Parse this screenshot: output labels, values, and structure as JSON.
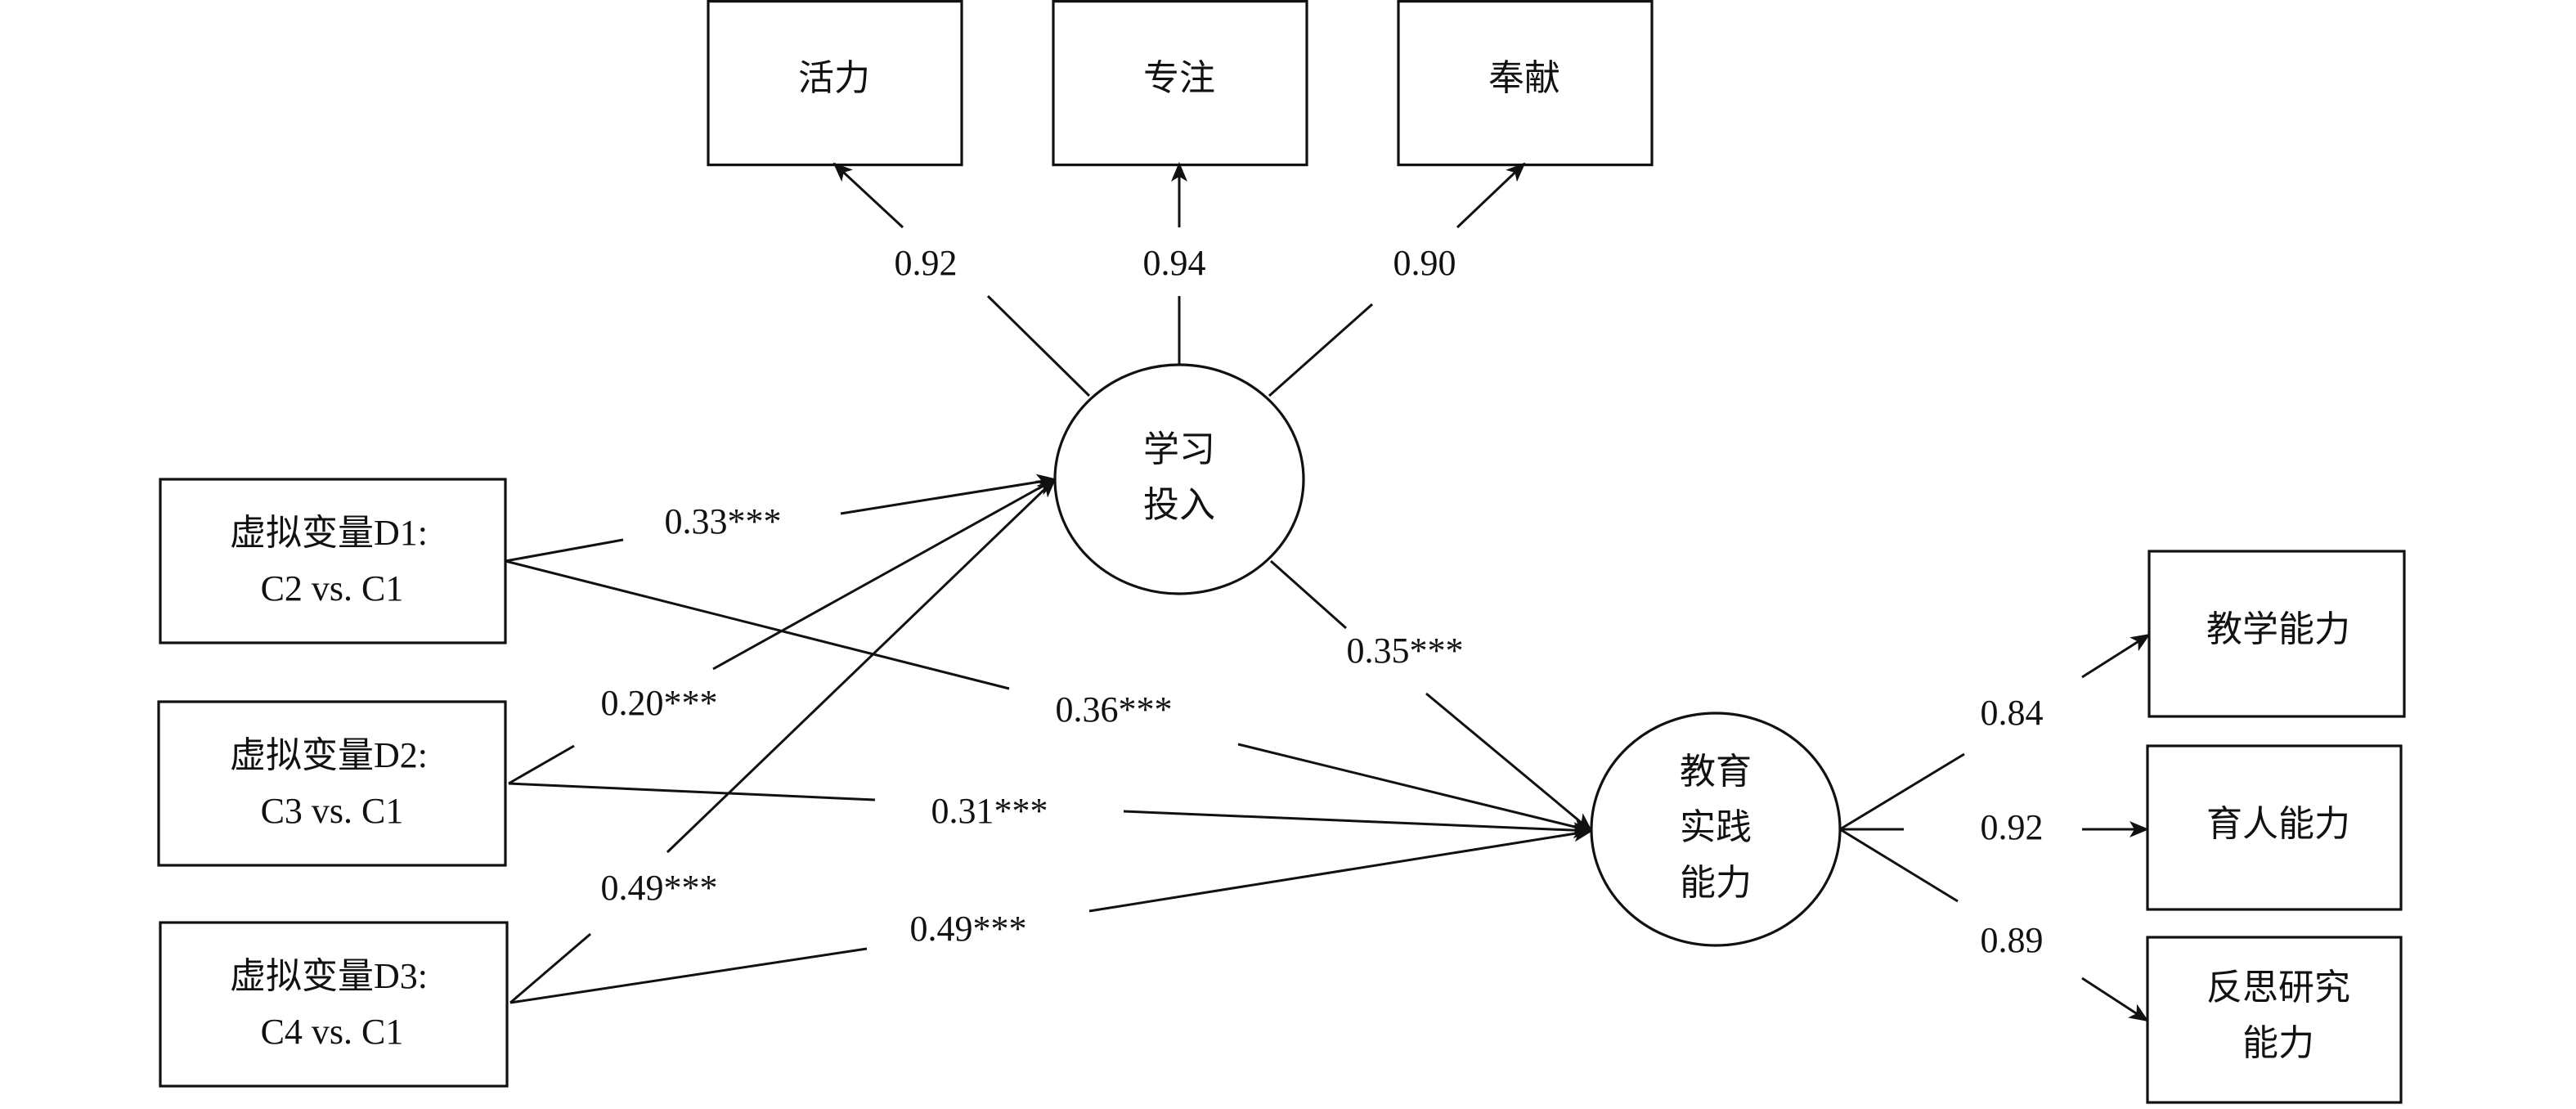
{
  "diagram": {
    "type": "structural-equation-model",
    "latent_variables": [
      {
        "id": "engagement",
        "lines": [
          "学习",
          "投入"
        ]
      },
      {
        "id": "practice",
        "lines": [
          "教育",
          "实践",
          "能力"
        ]
      }
    ],
    "indicators_engagement": [
      {
        "label": "活力",
        "loading": "0.92"
      },
      {
        "label": "专注",
        "loading": "0.94"
      },
      {
        "label": "奉献",
        "loading": "0.90"
      }
    ],
    "indicators_practice": [
      {
        "lines": [
          "教学能力"
        ],
        "loading": "0.84"
      },
      {
        "lines": [
          "育人能力"
        ],
        "loading": "0.92"
      },
      {
        "lines": [
          "反思研究",
          "能力"
        ],
        "loading": "0.89"
      }
    ],
    "dummy_variables": [
      {
        "lines": [
          "虚拟变量D1:",
          "C2 vs. C1"
        ],
        "to_engagement": "0.33***",
        "to_practice": "0.36***"
      },
      {
        "lines": [
          "虚拟变量D2:",
          "C3 vs. C1"
        ],
        "to_engagement": "0.20***",
        "to_practice": "0.31***"
      },
      {
        "lines": [
          "虚拟变量D3:",
          "C4 vs. C1"
        ],
        "to_engagement": "0.49***",
        "to_practice": "0.49***"
      }
    ],
    "engagement_to_practice": "0.35***"
  }
}
